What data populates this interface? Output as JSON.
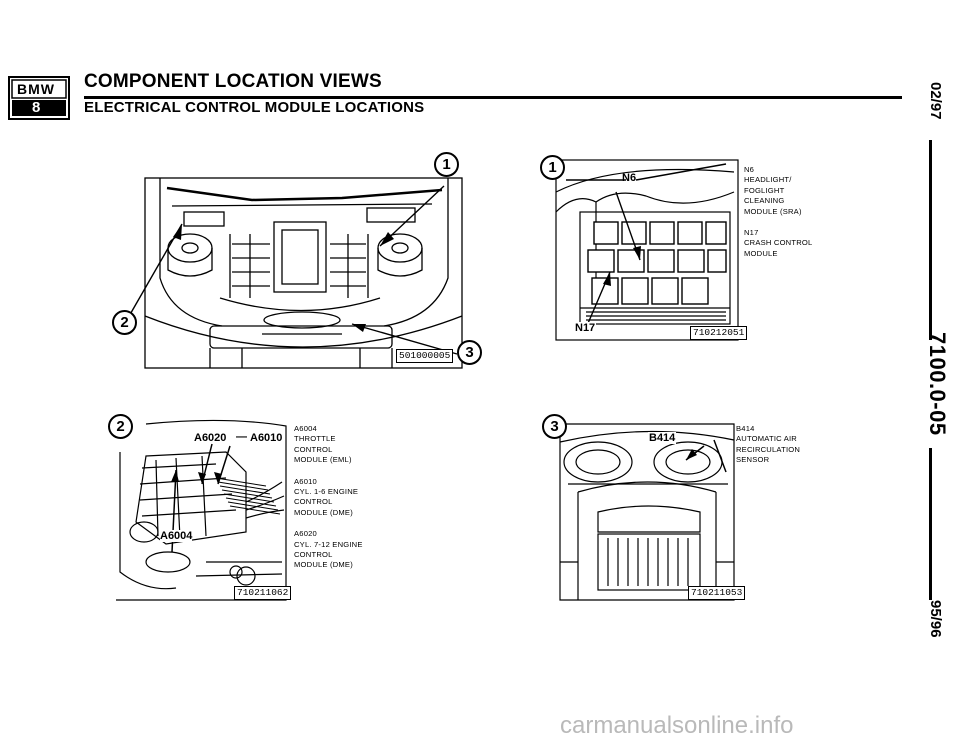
{
  "logo": {
    "top_text": "BMW",
    "bottom_text": "8"
  },
  "header": {
    "title": "COMPONENT LOCATION VIEWS",
    "subtitle": "ELECTRICAL CONTROL MODULE LOCATIONS"
  },
  "margin": {
    "date_top": "02/97",
    "doc_number": "7100.0-05",
    "date_bottom": "95/96"
  },
  "figures": {
    "engine_bay": {
      "code": "501000005",
      "markers": [
        "1",
        "2",
        "3"
      ]
    },
    "glovebox": {
      "marker": "1",
      "code": "710212051",
      "callouts": [
        "N6",
        "N17"
      ],
      "legend": [
        [
          "N6",
          "HEADLIGHT/",
          "FOGLIGHT",
          "CLEANING",
          "MODULE (SRA)"
        ],
        [
          "N17",
          "CRASH CONTROL",
          "MODULE"
        ]
      ]
    },
    "engine_left": {
      "marker": "2",
      "code": "710211062",
      "callouts": [
        "A6020",
        "A6010",
        "A6004"
      ],
      "legend": [
        [
          "A6004",
          "THROTTLE",
          "CONTROL",
          "MODULE (EML)"
        ],
        [
          "A6010",
          "CYL. 1-6 ENGINE",
          "CONTROL",
          "MODULE (DME)"
        ],
        [
          "A6020",
          "CYL. 7-12 ENGINE",
          "CONTROL",
          "MODULE (DME)"
        ]
      ]
    },
    "cowl": {
      "marker": "3",
      "code": "710211053",
      "callouts": [
        "B414"
      ],
      "legend": [
        [
          "B414",
          "AUTOMATIC AIR",
          "RECIRCULATION",
          "SENSOR"
        ]
      ]
    }
  },
  "watermark": "carmanualsonline.info"
}
